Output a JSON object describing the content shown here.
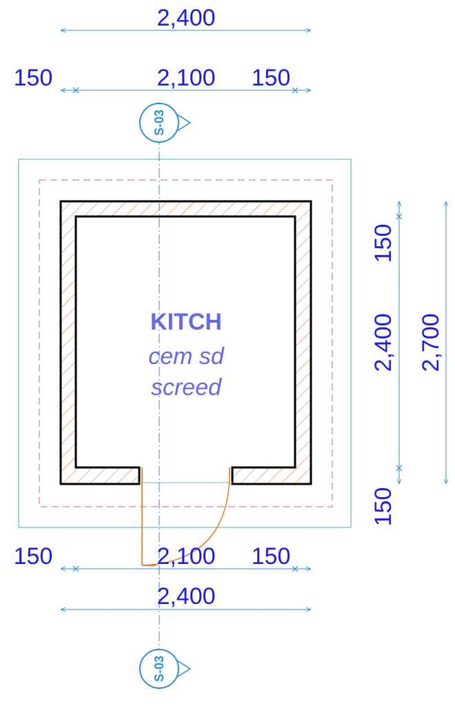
{
  "colors": {
    "dimension": "#1a1aff",
    "dimension_line": "#2a8fe0",
    "room_text": "#6666ee",
    "wall": "#000000",
    "hatch": "#ee7733",
    "door": "#ee6600",
    "outline": "#7ccccc",
    "dashed": "#e08080",
    "section": "#2a8fe0"
  },
  "dimensions": {
    "top_overall": "2,400",
    "top_left": "150",
    "top_mid": "2,100",
    "top_right": "150",
    "bottom_left": "150",
    "bottom_mid": "2,100",
    "bottom_right": "150",
    "bottom_overall": "2,400",
    "right_top": "150",
    "right_mid": "2,400",
    "right_bottom": "150",
    "right_overall": "2,700"
  },
  "room": {
    "name": "KITCH",
    "finish_line1": "cem sd",
    "finish_line2": "screed"
  },
  "section_markers": {
    "top": "S-03",
    "bottom": "S-03"
  }
}
